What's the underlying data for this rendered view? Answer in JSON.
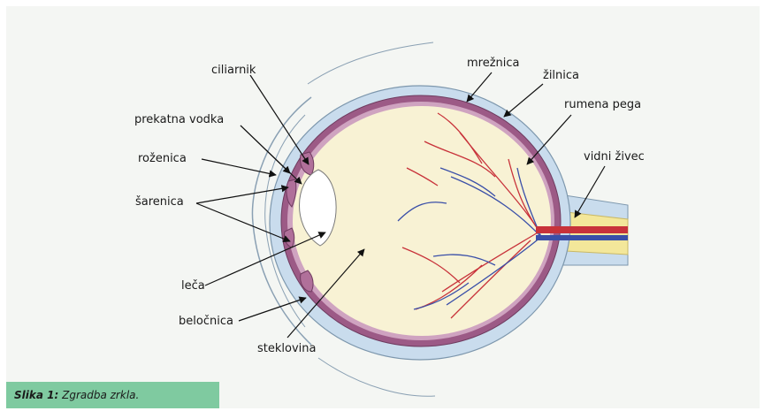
{
  "labels": {
    "ciliarnik": "ciliarnik",
    "prekatna_vodka": "prekatna vodka",
    "rozenica": "roženica",
    "sarenica": "šarenica",
    "leca": "leča",
    "beloznica": "beločnica",
    "steklovina": "steklovina",
    "mreznica": "mrežnica",
    "zilnica": "žilnica",
    "rumena_pega": "rumena pega",
    "vidni_zivec": "vidni živec"
  },
  "caption": {
    "number": "Slika 1:",
    "text": "Zgradba zrkla."
  },
  "colors": {
    "panel": "#f4f6f3",
    "sclera": "#c9dced",
    "choroid": "#9c5a86",
    "vitreous": "#f8f2d4",
    "artery": "#c8323a",
    "vein": "#3a4fa8",
    "nerve": "#f3e79a",
    "caption_bg": "#7fcaa0"
  }
}
